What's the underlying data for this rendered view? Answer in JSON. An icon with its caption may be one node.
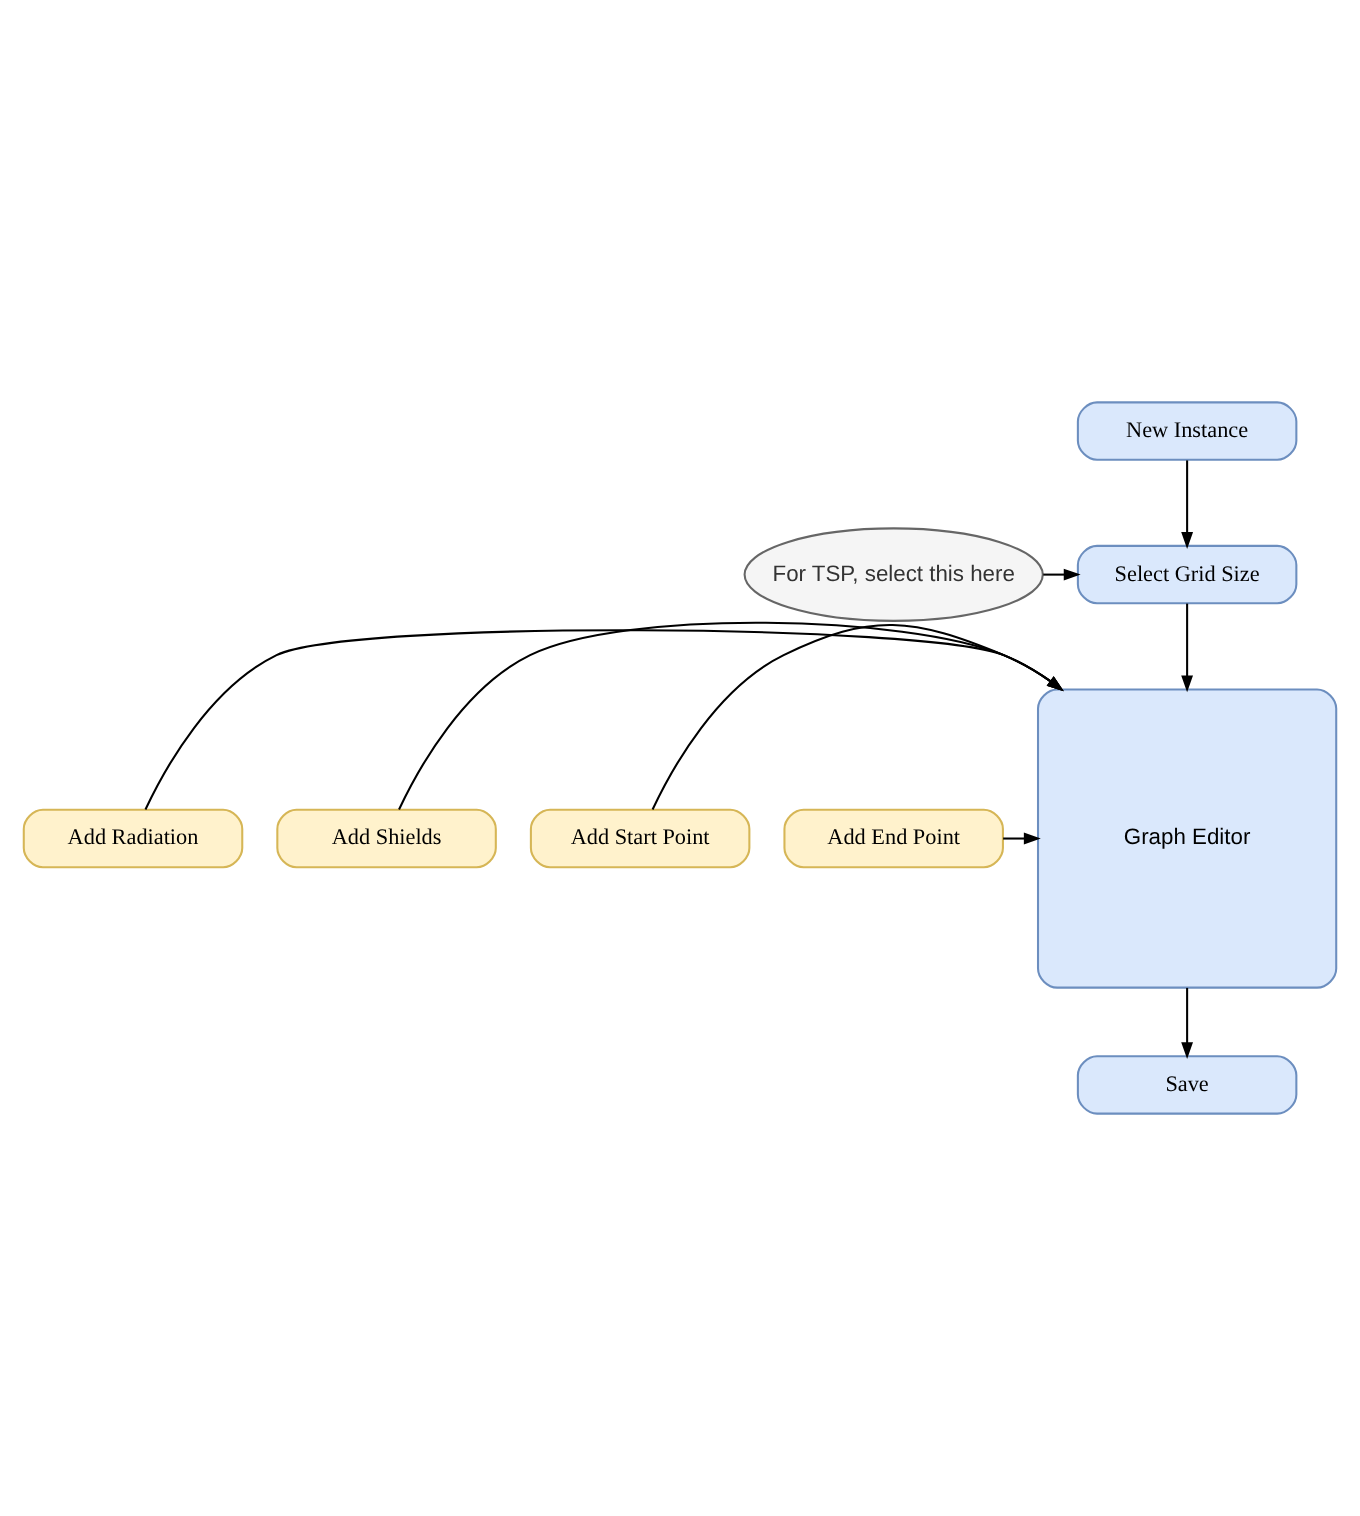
{
  "diagram": {
    "nodes": [
      {
        "text": [
          "New Instance"
        ]
      },
      {
        "text": [
          "Select Grid Size"
        ]
      },
      {
        "text": [
          "For TSP, select this here"
        ]
      },
      {
        "text": [
          "Graph Editor"
        ]
      },
      {
        "text": [
          "Add Radiation"
        ]
      },
      {
        "text": [
          "Add Shields"
        ]
      },
      {
        "text": [
          "Add Start Point"
        ]
      },
      {
        "text": [
          "Add End Point"
        ]
      },
      {
        "text": [
          "Save"
        ]
      }
    ],
    "edges": [
      {
        "from": 0,
        "to": 1,
        "arrow": "to"
      },
      {
        "from": 2,
        "to": 1,
        "arrow": "to"
      },
      {
        "from": 1,
        "to": 3,
        "arrow": "to"
      },
      {
        "from": 4,
        "to": 3,
        "arrow": "to"
      },
      {
        "from": 5,
        "to": 3,
        "arrow": "to"
      },
      {
        "from": 6,
        "to": 3,
        "arrow": "to"
      },
      {
        "from": 7,
        "to": 3,
        "arrow": "to"
      },
      {
        "from": 3,
        "to": 8,
        "arrow": "to"
      }
    ]
  }
}
